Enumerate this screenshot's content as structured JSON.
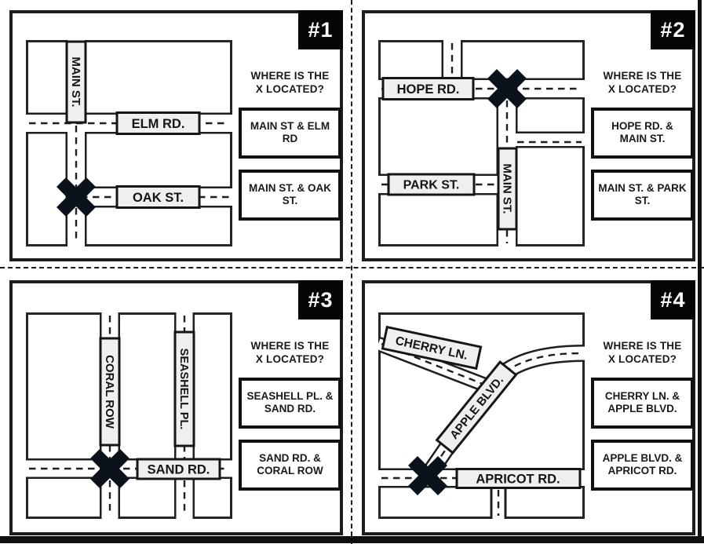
{
  "theme": {
    "ink": "#1a1a1a",
    "paper": "#ffffff",
    "label_bg": "#efefef",
    "badge_bg": "#050505",
    "badge_text": "#ffffff",
    "x_mark_color": "#0c121c"
  },
  "shared": {
    "question_line1": "WHERE IS THE",
    "question_line2": "X LOCATED?"
  },
  "cards": [
    {
      "number": "#1",
      "roads": [
        "MAIN ST.",
        "ELM RD.",
        "OAK ST."
      ],
      "answers": [
        "MAIN ST & ELM RD",
        "MAIN ST. & OAK ST."
      ]
    },
    {
      "number": "#2",
      "roads": [
        "HOPE RD.",
        "PARK ST.",
        "MAIN ST."
      ],
      "answers": [
        "HOPE RD. & MAIN ST.",
        "MAIN ST. & PARK ST."
      ]
    },
    {
      "number": "#3",
      "roads": [
        "CORAL ROW",
        "SEASHELL PL.",
        "SAND RD."
      ],
      "answers": [
        "SEASHELL PL. & SAND RD.",
        "SAND RD. & CORAL ROW"
      ]
    },
    {
      "number": "#4",
      "roads": [
        "CHERRY LN.",
        "APPLE BLVD.",
        "APRICOT RD."
      ],
      "answers": [
        "CHERRY LN. & APPLE BLVD.",
        "APPLE BLVD. & APRICOT RD."
      ]
    }
  ]
}
